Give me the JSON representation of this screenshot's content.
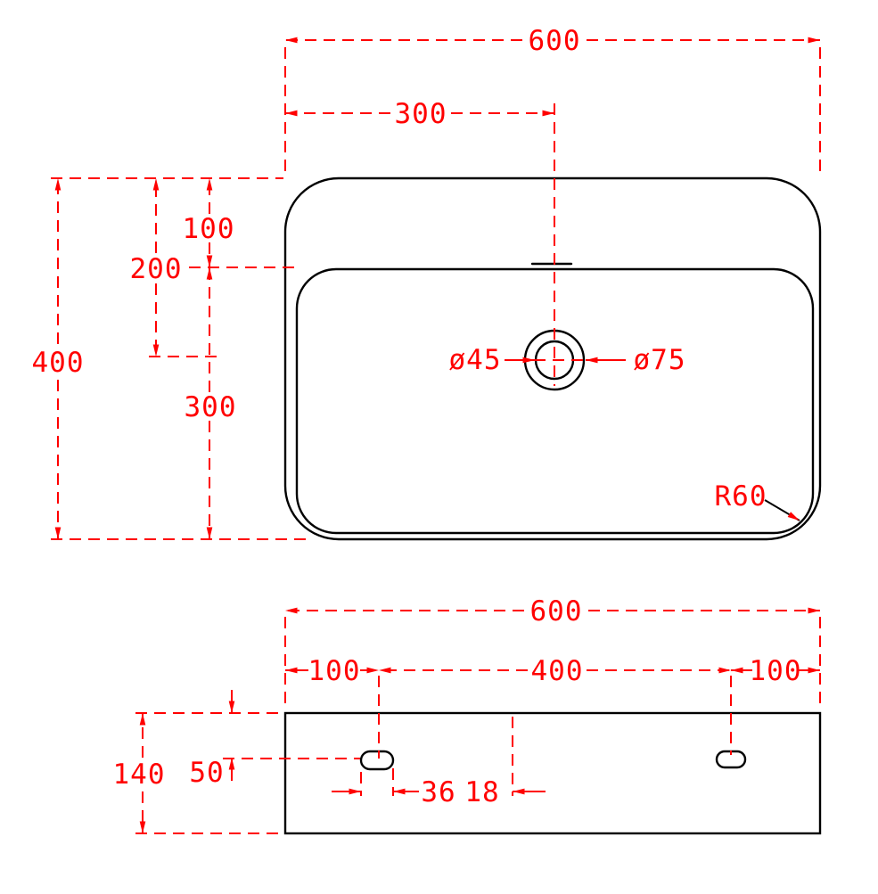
{
  "colors": {
    "dimension": "#ff0000",
    "outline": "#000000",
    "background": "#ffffff"
  },
  "top_view": {
    "overall_width": "600",
    "center_offset": "300",
    "deck_depth": "100",
    "drain_center_offset": "200",
    "overall_depth": "400",
    "bowl_depth": "300",
    "drain_inner_diameter": "ø45",
    "drain_outer_diameter": "ø75",
    "corner_radius": "R60"
  },
  "front_view": {
    "overall_width": "600",
    "left_hole_offset": "100",
    "hole_spacing": "400",
    "right_hole_offset": "100",
    "height": "140",
    "hole_top_offset": "50",
    "slot_width": "36",
    "slot_height": "18"
  }
}
